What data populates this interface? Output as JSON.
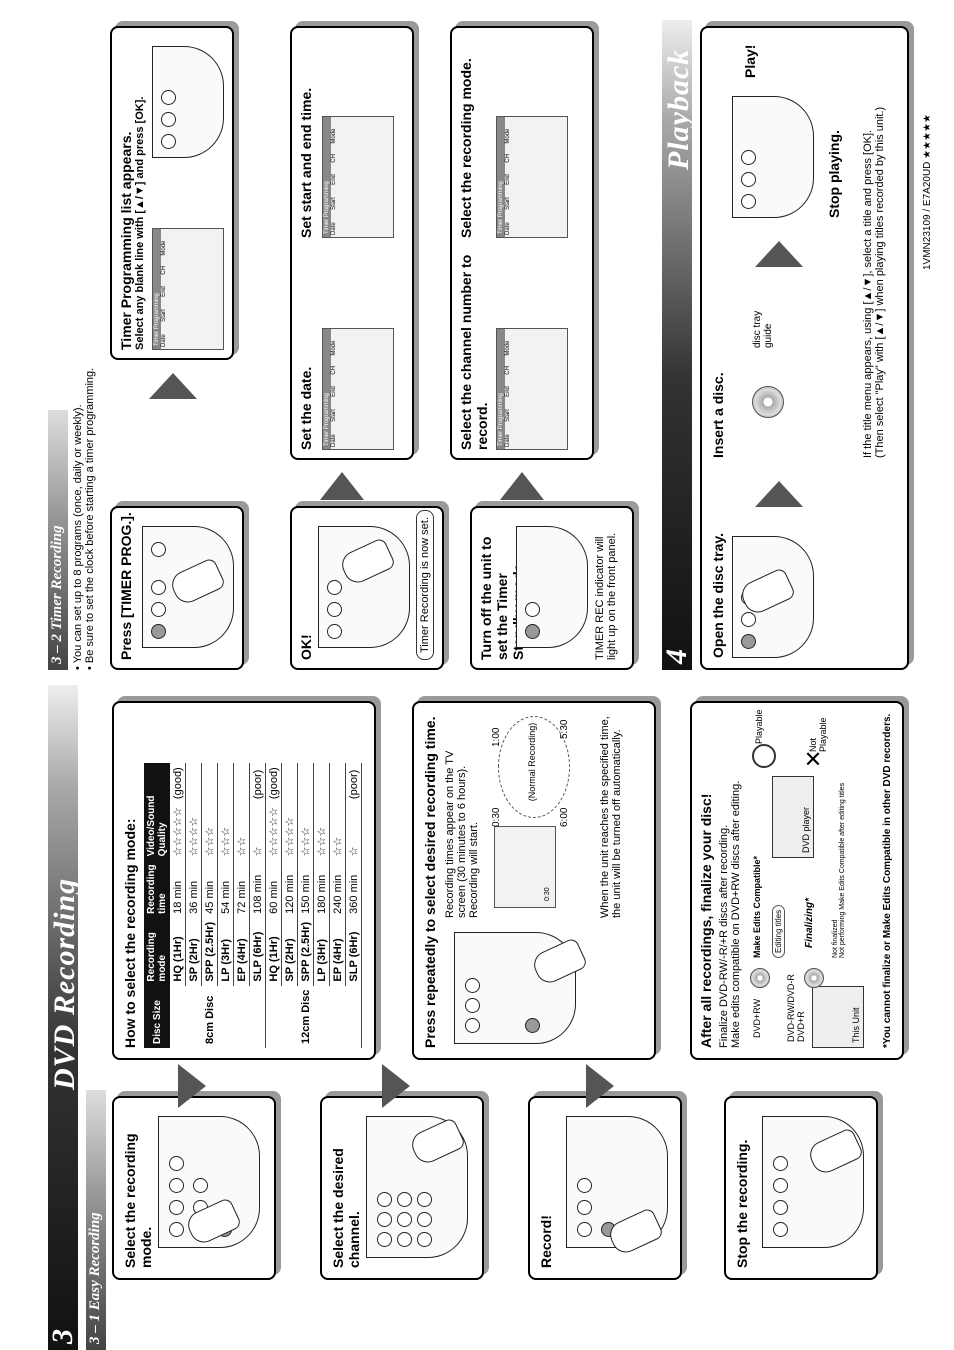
{
  "section3": {
    "number": "3",
    "title": "DVD Recording",
    "sub1_label": "3 – 1  Easy Recording",
    "sub2_label": "3 – 2  Timer Recording"
  },
  "easy": {
    "step1_title": "Select the recording mode.",
    "step2_title": "Select the desired channel.",
    "step3_title": "Record!",
    "step4_title": "Stop the recording."
  },
  "mode_table": {
    "heading": "How to select the recording mode:",
    "headers": [
      "Disc Size",
      "Recording mode",
      "Recording time",
      "Video/Sound Quality"
    ],
    "groups": [
      {
        "size": "8cm Disc",
        "rows": [
          [
            "HQ  (1Hr)",
            "18 min",
            "☆☆☆☆☆",
            "(good)"
          ],
          [
            "SP  (2Hr)",
            "36 min",
            "☆☆☆☆",
            ""
          ],
          [
            "SPP (2.5Hr)",
            "45 min",
            "☆☆☆",
            ""
          ],
          [
            "LP  (3Hr)",
            "54 min",
            "☆☆☆",
            ""
          ],
          [
            "EP  (4Hr)",
            "72 min",
            "☆☆",
            ""
          ],
          [
            "SLP (6Hr)",
            "108 min",
            "☆",
            "(poor)"
          ]
        ]
      },
      {
        "size": "12cm Disc",
        "rows": [
          [
            "HQ  (1Hr)",
            "60 min",
            "☆☆☆☆☆",
            "(good)"
          ],
          [
            "SP  (2Hr)",
            "120 min",
            "☆☆☆☆",
            ""
          ],
          [
            "SPP (2.5Hr)",
            "150 min",
            "☆☆☆",
            ""
          ],
          [
            "LP  (3Hr)",
            "180 min",
            "☆☆☆",
            ""
          ],
          [
            "EP  (4Hr)",
            "240 min",
            "☆☆",
            ""
          ],
          [
            "SLP (6Hr)",
            "360 min",
            "☆",
            "(poor)"
          ]
        ]
      }
    ]
  },
  "otr": {
    "title": "Press repeatedly to select desired recording time.",
    "desc": "Recording times appear on the TV screen (30 minutes to 6 hours). Recording will start.",
    "screen_text": "0:30",
    "cycle": [
      "0:30",
      "1:00",
      "5:30",
      "6:00"
    ],
    "cycle_center": "(Normal Recording)",
    "note": "When the unit reaches the specified time, the unit will be turned off automatically."
  },
  "finalize": {
    "title": "After all recordings, finalize your disc!",
    "desc1": "Finalize DVD-RW/-R/+R discs after recording.",
    "desc2": "Make edits compatible on DVD+RW discs after editing.",
    "dvdrw_label": "DVD+RW",
    "dvdr_label": "DVD-RW/DVD-R\nDVD+R",
    "make_edits": "Make Edits Compatible*",
    "editing_titles": "Editing titles",
    "finalizing": "Finalizing*",
    "not_finalized": "Not finalized\nNot performing Make Edits Compatible after editing titles",
    "this_unit": "This Unit",
    "dvd_player": "DVD player",
    "playable": "Playable",
    "not_playable": "Not Playable",
    "footnote": "*You cannot finalize or Make Edits Compatible in other DVD recorders."
  },
  "timer": {
    "bullet1": "You can set up to 8 programs (once, daily or weekly).",
    "bullet2": "Be sure to set the clock before starting a timer programming.",
    "press_title": "Press [TIMER PROG.].",
    "list_title": "Timer Programming list appears.",
    "list_sub": "Select any blank line with [▲/▼] and press [OK].",
    "ok_title": "OK!",
    "ok_note": "Timer Recording is now set.",
    "date_title": "Set the date.",
    "time_title": "Set start and end time.",
    "turnoff_title": "Turn off the unit to set the Timer Standby mode.",
    "turnoff_note": "TIMER REC indicator will light up on the front panel.",
    "channel_title": "Select the channel number to record.",
    "mode_title": "Select the recording mode.",
    "screen_header": "Timer Programming",
    "screen_cols": [
      "Date",
      "Start",
      "End",
      "CH",
      "Mode"
    ]
  },
  "section4": {
    "number": "4",
    "title": "Playback",
    "open_title": "Open the disc tray.",
    "insert_title": "Insert a disc.",
    "tray_guide": "disc tray guide",
    "play_title": "Play!",
    "stop_title": "Stop playing.",
    "note1": "If the title menu appears, using [▲/▼], select a title and press [OK].",
    "note2": "(Then select \"Play\" with [▲/▼] when playing titles recorded by this unit.)"
  },
  "doc_code": "1VMN23109 / E7A20UD  ★★★★★"
}
